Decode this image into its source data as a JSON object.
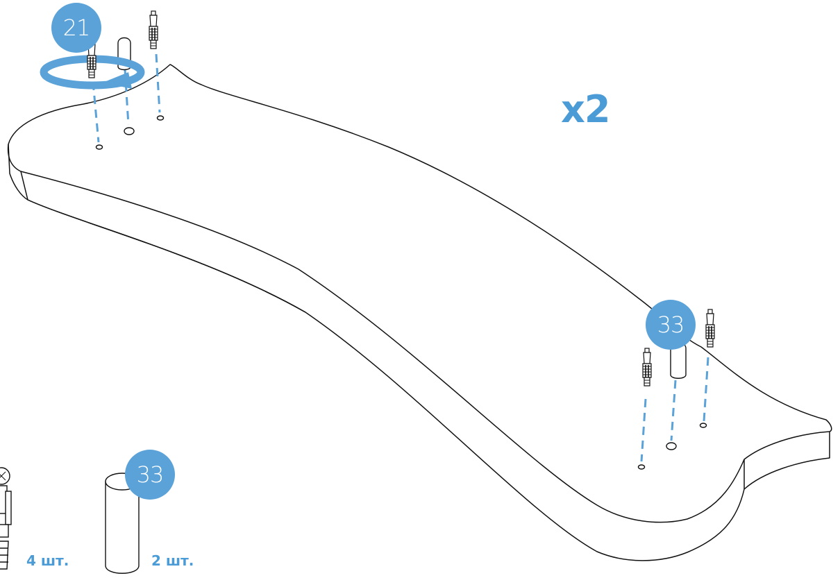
{
  "colors": {
    "accent": "#5aa2d8",
    "line": "#111111"
  },
  "badges": {
    "twist_callout": "21",
    "right_parts": "33",
    "legend_dowel": "33"
  },
  "multiplier": "x2",
  "legend": {
    "confirmat_qty": "4 шт.",
    "dowel_qty": "2 шт."
  },
  "icons": [
    "confirmat-screw-icon",
    "wooden-dowel-icon",
    "rotate-arrow-icon"
  ]
}
